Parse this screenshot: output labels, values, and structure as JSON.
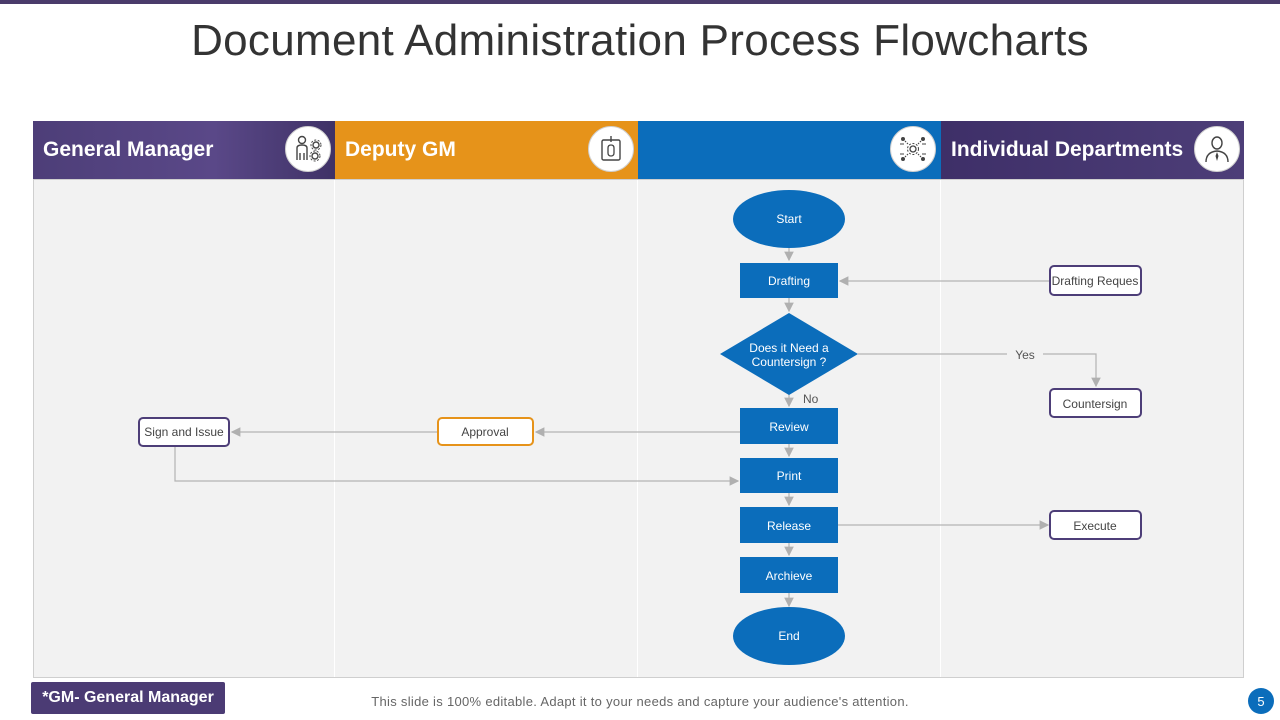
{
  "title": "Document Administration Process Flowcharts",
  "lanes": [
    {
      "label": "General Manager",
      "icon": "manager-gears-icon"
    },
    {
      "label": "Deputy GM",
      "icon": "clipboard-badge-icon"
    },
    {
      "label": "",
      "icon": "team-network-gear-icon"
    },
    {
      "label": "Individual Departments",
      "icon": "businessman-icon"
    }
  ],
  "nodes": {
    "start": "Start",
    "drafting": "Drafting",
    "decision_line1": "Does it Need a",
    "decision_line2": "Countersign ?",
    "review": "Review",
    "print": "Print",
    "release": "Release",
    "archieve": "Archieve",
    "end": "End",
    "drafting_request": "Drafting Reques",
    "countersign": "Countersign",
    "execute": "Execute",
    "approval": "Approval",
    "sign_and_issue": "Sign and Issue"
  },
  "edge_labels": {
    "yes": "Yes",
    "no": "No"
  },
  "footer": {
    "footnote": "*GM- General Manager",
    "disclaimer": "This slide is 100% editable. Adapt it to your needs and capture your audience's attention.",
    "page_number": "5"
  },
  "colors": {
    "purple": "#4d3e78",
    "orange": "#e6931a",
    "blue": "#0b6dbb",
    "lane_bg": "#f2f2f2"
  }
}
